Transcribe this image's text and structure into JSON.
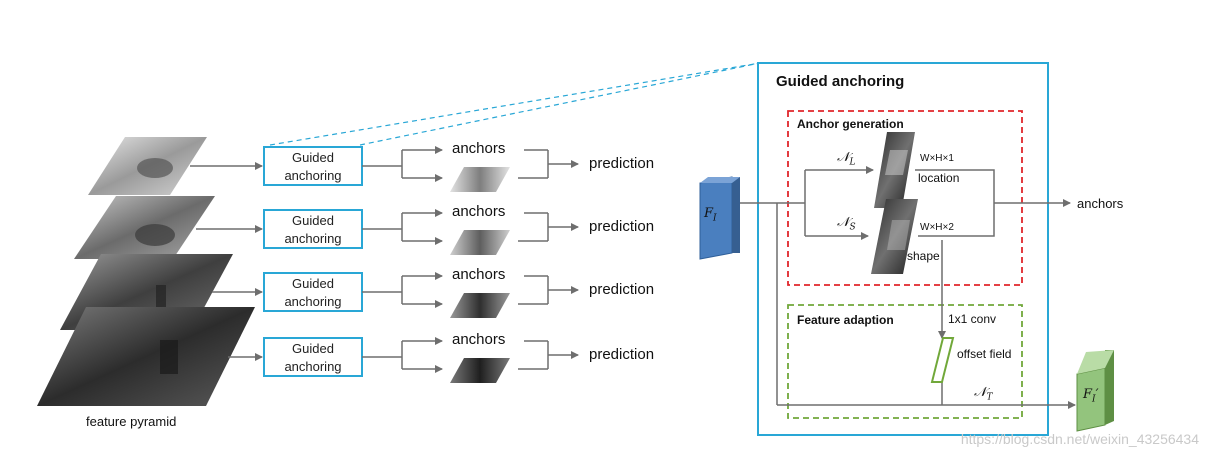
{
  "pyramid": {
    "caption": "feature pyramid"
  },
  "levels": [
    {
      "ga_line1": "Guided",
      "ga_line2": "anchoring",
      "anchors": "anchors",
      "prediction": "prediction"
    },
    {
      "ga_line1": "Guided",
      "ga_line2": "anchoring",
      "anchors": "anchors",
      "prediction": "prediction"
    },
    {
      "ga_line1": "Guided",
      "ga_line2": "anchoring",
      "anchors": "anchors",
      "prediction": "prediction"
    },
    {
      "ga_line1": "Guided",
      "ga_line2": "anchoring",
      "anchors": "anchors",
      "prediction": "prediction"
    }
  ],
  "module": {
    "title": "Guided anchoring",
    "input_label": "F",
    "input_sub": "I",
    "output_label": "F",
    "output_sub": "I",
    "output_prime": "′",
    "anchor_generation": {
      "title": "Anchor generation",
      "nl_symbol": "𝒩",
      "nl_sub": "L",
      "ns_symbol": "𝒩",
      "ns_sub": "S",
      "loc_dims": "W×H×1",
      "loc_label": "location",
      "shape_dims": "W×H×2",
      "shape_label": "shape"
    },
    "feature_adaption": {
      "title": "Feature adaption",
      "conv_label": "1x1 conv",
      "offset_label": "offset field",
      "nt_symbol": "𝒩",
      "nt_sub": "T"
    },
    "anchors_out": "anchors"
  },
  "colors": {
    "cyan": "#29a7d6",
    "red": "#e0262b",
    "green": "#71a83a",
    "blue_block": "#4a7fbf",
    "green_block": "#93c47d",
    "arrow": "#6e6e6e"
  },
  "watermark": "https://blog.csdn.net/weixin_43256434"
}
